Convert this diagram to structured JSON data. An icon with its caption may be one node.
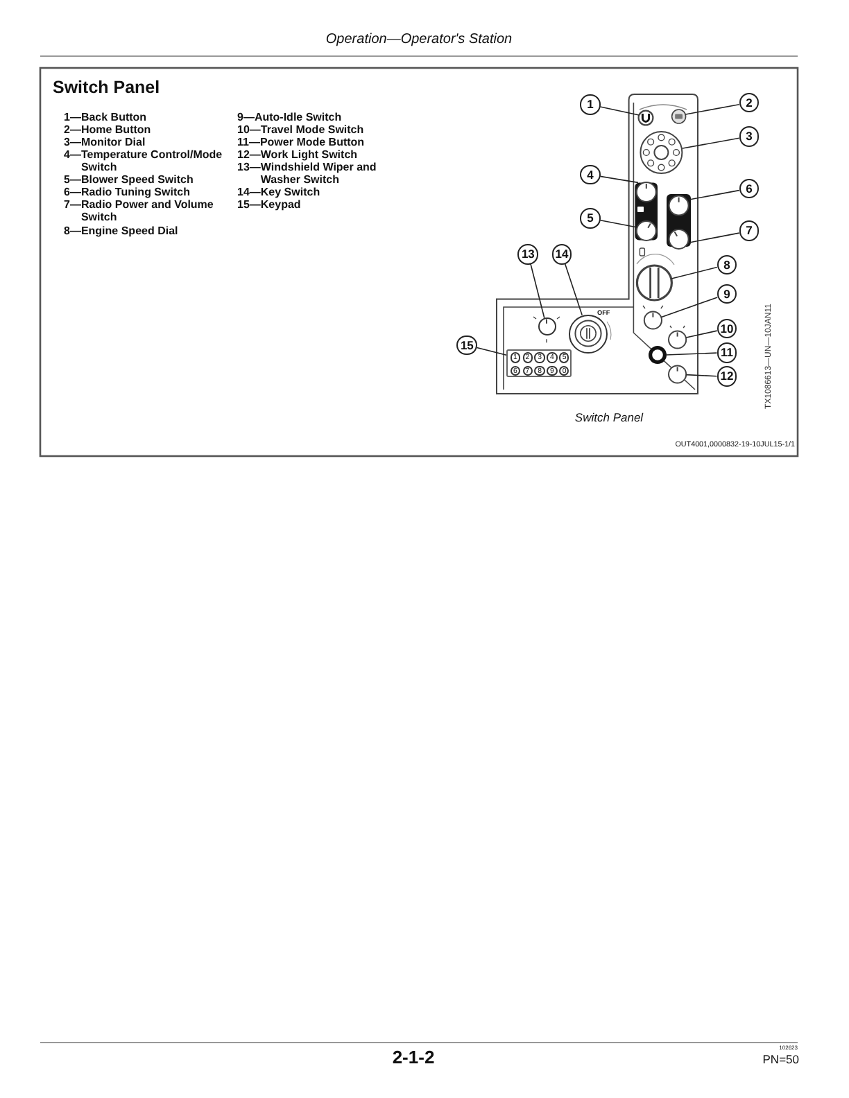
{
  "diagram": {
    "title": "Switch Panel",
    "caption": "Switch Panel",
    "nodes": [
      {
        "text": [
          "1"
        ]
      },
      {
        "text": [
          "2"
        ]
      },
      {
        "text": [
          "3"
        ]
      },
      {
        "text": [
          "4"
        ]
      },
      {
        "text": [
          "5"
        ]
      },
      {
        "text": [
          "6"
        ]
      },
      {
        "text": [
          "7"
        ]
      },
      {
        "text": [
          "8"
        ]
      },
      {
        "text": [
          "9"
        ]
      },
      {
        "text": [
          "10"
        ]
      },
      {
        "text": [
          "11"
        ]
      },
      {
        "text": [
          "12"
        ]
      },
      {
        "text": [
          "13"
        ]
      },
      {
        "text": [
          "14"
        ]
      },
      {
        "text": [
          "15"
        ]
      },
      {
        "text": [
          "1",
          "2",
          "3",
          "4",
          "5",
          "6",
          "7",
          "8",
          "9",
          "0"
        ]
      },
      {
        "text": [],
        "shape": "circle",
        "beside": [
          "OFF"
        ]
      },
      {
        "text": [],
        "shape": "circle"
      }
    ],
    "edges": [
      {
        "from": 0,
        "to": null,
        "arrow": "none"
      },
      {
        "from": 1,
        "to": null,
        "arrow": "none"
      },
      {
        "from": 2,
        "to": null,
        "arrow": "none"
      },
      {
        "from": 3,
        "to": null,
        "arrow": "none"
      },
      {
        "from": 4,
        "to": null,
        "arrow": "none"
      },
      {
        "from": 5,
        "to": null,
        "arrow": "none"
      },
      {
        "from": 6,
        "to": null,
        "arrow": "none"
      },
      {
        "from": 7,
        "to": null,
        "arrow": "none"
      },
      {
        "from": 8,
        "to": null,
        "arrow": "none"
      },
      {
        "from": 9,
        "to": null,
        "arrow": "none"
      },
      {
        "from": 10,
        "to": null,
        "arrow": "none"
      },
      {
        "from": 11,
        "to": null,
        "arrow": "none"
      },
      {
        "from": 12,
        "to": 17,
        "arrow": "none"
      },
      {
        "from": 13,
        "to": 16,
        "arrow": "none"
      },
      {
        "from": 14,
        "to": 15,
        "arrow": "none"
      }
    ],
    "labels": [
      "Operation—Operator's Station",
      "1—Back Button",
      "2—Home Button",
      "3—Monitor Dial",
      "4—Temperature Control/Mode Switch",
      "5—Blower Speed Switch",
      "6—Radio Tuning Switch",
      "7—Radio Power and Volume Switch",
      "8—Engine Speed Dial",
      "9—Auto-Idle Switch",
      "10—Travel Mode Switch",
      "11—Power Mode Button",
      "12—Work Light Switch",
      "13—Windshield Wiper and Washer Switch",
      "14—Key Switch",
      "15—Keypad",
      "TX1086613—UN—10JAN11",
      "OUT4001,0000832-19-10JUL15-1/1",
      "2-1-2",
      "102623",
      "PN=50"
    ]
  }
}
